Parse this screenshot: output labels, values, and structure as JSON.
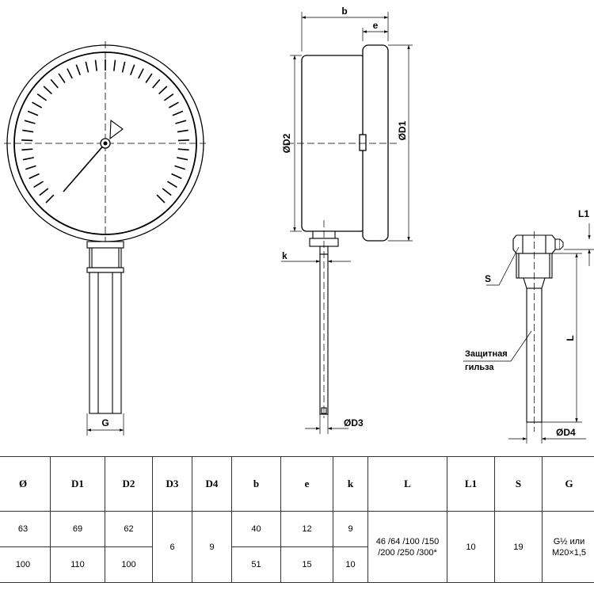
{
  "labels": {
    "b": "b",
    "e": "e",
    "d1": "ØD1",
    "d2": "ØD2",
    "k": "k",
    "d3": "ØD3",
    "g": "G",
    "s": "S",
    "l": "L",
    "l1": "L1",
    "d4": "ØD4",
    "sleeve_line1": "Защитная",
    "sleeve_line2": "гильза"
  },
  "table": {
    "headers": [
      "Ø",
      "D1",
      "D2",
      "D3",
      "D4",
      "b",
      "e",
      "k",
      "L",
      "L1",
      "S",
      "G"
    ],
    "rows": [
      {
        "dia": "63",
        "d1": "69",
        "d2": "62",
        "b": "40",
        "e": "12",
        "k": "9"
      },
      {
        "dia": "100",
        "d1": "110",
        "d2": "100",
        "b": "51",
        "e": "15",
        "k": "10"
      }
    ],
    "d3": "6",
    "d4": "9",
    "l_line1": "46 /64 /100 /150",
    "l_line2": "/200 /250 /300*",
    "l1": "10",
    "s": "19",
    "g_line1": "G½ или",
    "g_line2": "M20×1,5"
  }
}
